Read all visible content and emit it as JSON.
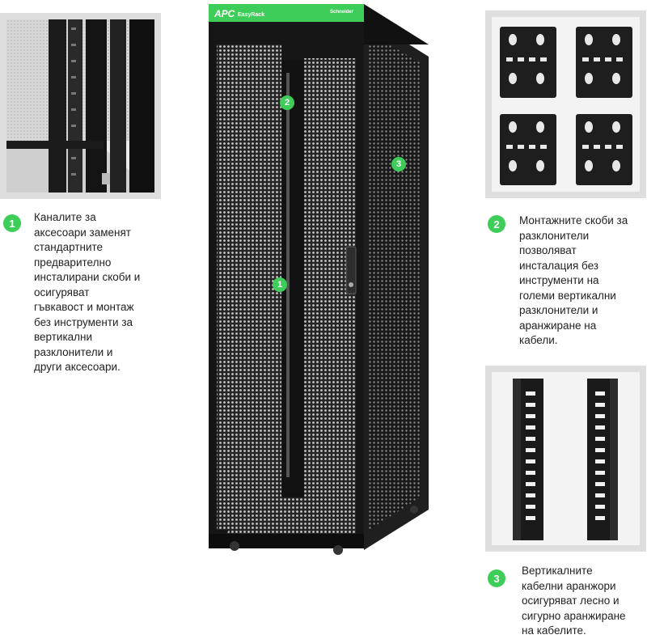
{
  "brand": {
    "logo": "APC",
    "product": "EasyRack",
    "maker": "Schneider"
  },
  "callouts": [
    {
      "number": "1",
      "text": "Каналите за\nаксесоари заменят\nстандартните\nпредварително\nинсталирани скоби и\nосигуряват\nгъвкавост и монтаж\nбез инструменти за\nвертикални\nразклонители и\nдруги аксесоари."
    },
    {
      "number": "2",
      "text": "Монтажните скоби за\nразклонители\nпозволяват\nинсталация без\nинструменти на\nголеми вертикални\nразклонители и\nаранжиране на\nкабели."
    },
    {
      "number": "3",
      "text": "Вертикалните\nкабелни аранжори\nосигуряват лесно и\nсигурно аранжиране\nна кабелите."
    }
  ],
  "colors": {
    "accent": "#3dcd58",
    "rack": "#1c1c1c",
    "frame": "#dedede"
  }
}
